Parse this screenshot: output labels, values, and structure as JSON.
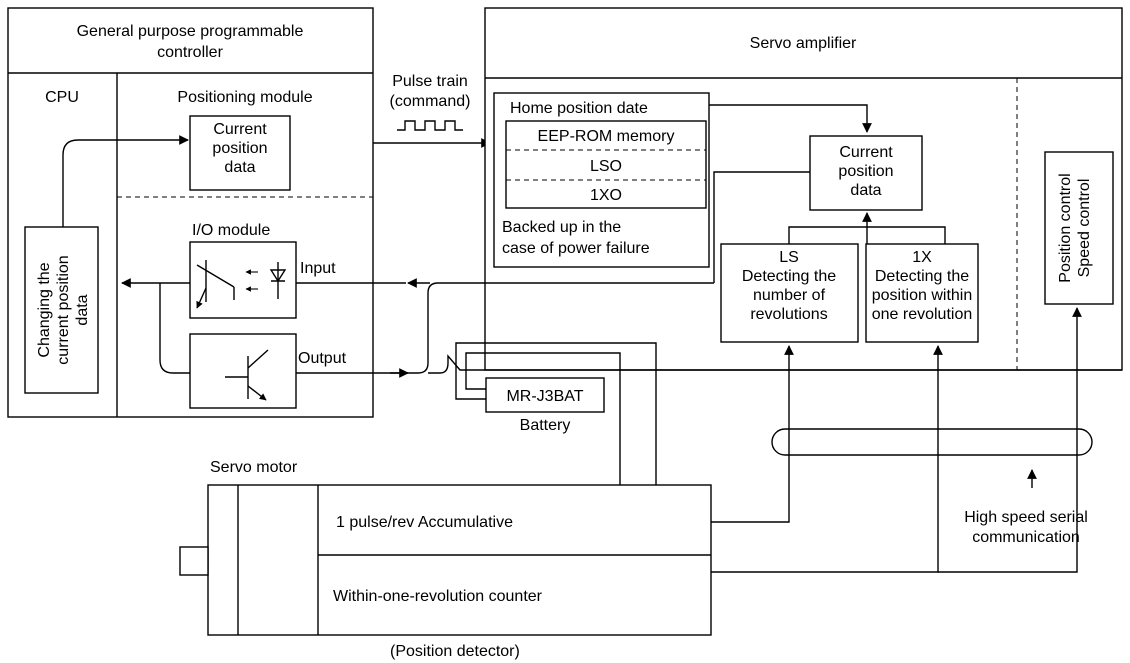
{
  "controller": {
    "title_line1": "General purpose programmable",
    "title_line2": "controller",
    "cpu_label": "CPU",
    "positioning_module_label": "Positioning module",
    "current_position_data": [
      "Current",
      "position",
      "data"
    ],
    "changing_label": [
      "Changing the",
      "current position",
      "data"
    ],
    "io_module_label": "I/O module",
    "input_label": "Input",
    "output_label": "Output"
  },
  "pulse_train": {
    "line1": "Pulse train",
    "line2": "(command)"
  },
  "servo_amplifier": {
    "title": "Servo amplifier",
    "home_position_label": "Home position date",
    "memory_rows": [
      "EEP-ROM memory",
      "LSO",
      "1XO"
    ],
    "backup_note": [
      "Backed up in the",
      "case of power failure"
    ],
    "current_position_data": [
      "Current",
      "position",
      "data"
    ],
    "ls_box": [
      "LS",
      "Detecting the",
      "number of",
      "revolutions"
    ],
    "onex_box": [
      "1X",
      "Detecting the",
      "position within",
      "one revolution"
    ],
    "control_labels": [
      "Position control",
      "Speed control"
    ]
  },
  "battery": {
    "model": "MR-J3BAT",
    "label": "Battery"
  },
  "servo_motor": {
    "title": "Servo motor",
    "row1": "1 pulse/rev Accumulative",
    "row2": "Within-one-revolution counter",
    "detector_label": "(Position detector)"
  },
  "communication": {
    "label": [
      "High speed serial",
      "communication"
    ]
  }
}
